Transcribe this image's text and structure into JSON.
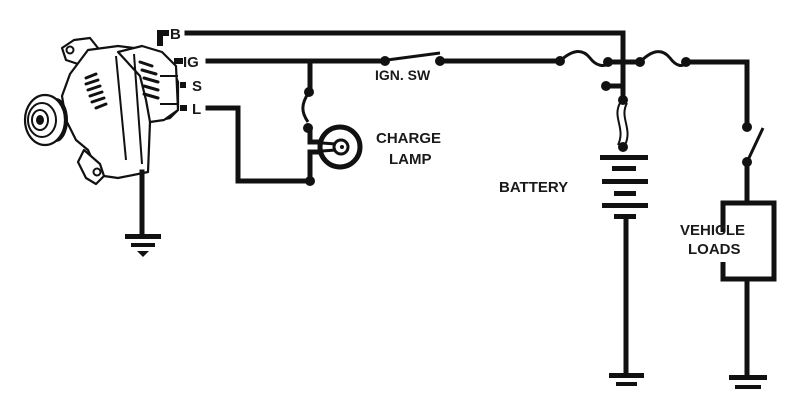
{
  "diagram": {
    "type": "charging-system-wiring-schematic",
    "colors": {
      "ink": "#111111",
      "background": "#ffffff"
    },
    "alternator": {
      "name": "alternator",
      "terminals": [
        {
          "id": "B",
          "label": "B"
        },
        {
          "id": "IG",
          "label": "IG"
        },
        {
          "id": "S",
          "label": "S"
        },
        {
          "id": "L",
          "label": "L"
        }
      ]
    },
    "components": {
      "ignition_switch": {
        "label": "IGN. SW"
      },
      "charge_lamp": {
        "label_line1": "CHARGE",
        "label_line2": "LAMP"
      },
      "battery": {
        "label": "BATTERY"
      },
      "vehicle_loads": {
        "label_line1": "VEHICLE",
        "label_line2": "LOADS"
      }
    },
    "connections": [
      {
        "from": "B",
        "to": "battery+"
      },
      {
        "from": "IG",
        "to": "ignition_switch",
        "via": "fuse"
      },
      {
        "from": "IG",
        "to": "charge_lamp"
      },
      {
        "from": "L",
        "to": "charge_lamp"
      },
      {
        "from": "battery+",
        "to": "vehicle_loads",
        "via": "fuse+switch"
      },
      {
        "from": "battery-",
        "to": "ground"
      },
      {
        "from": "vehicle_loads",
        "to": "ground"
      },
      {
        "from": "alternator",
        "to": "ground"
      }
    ]
  }
}
